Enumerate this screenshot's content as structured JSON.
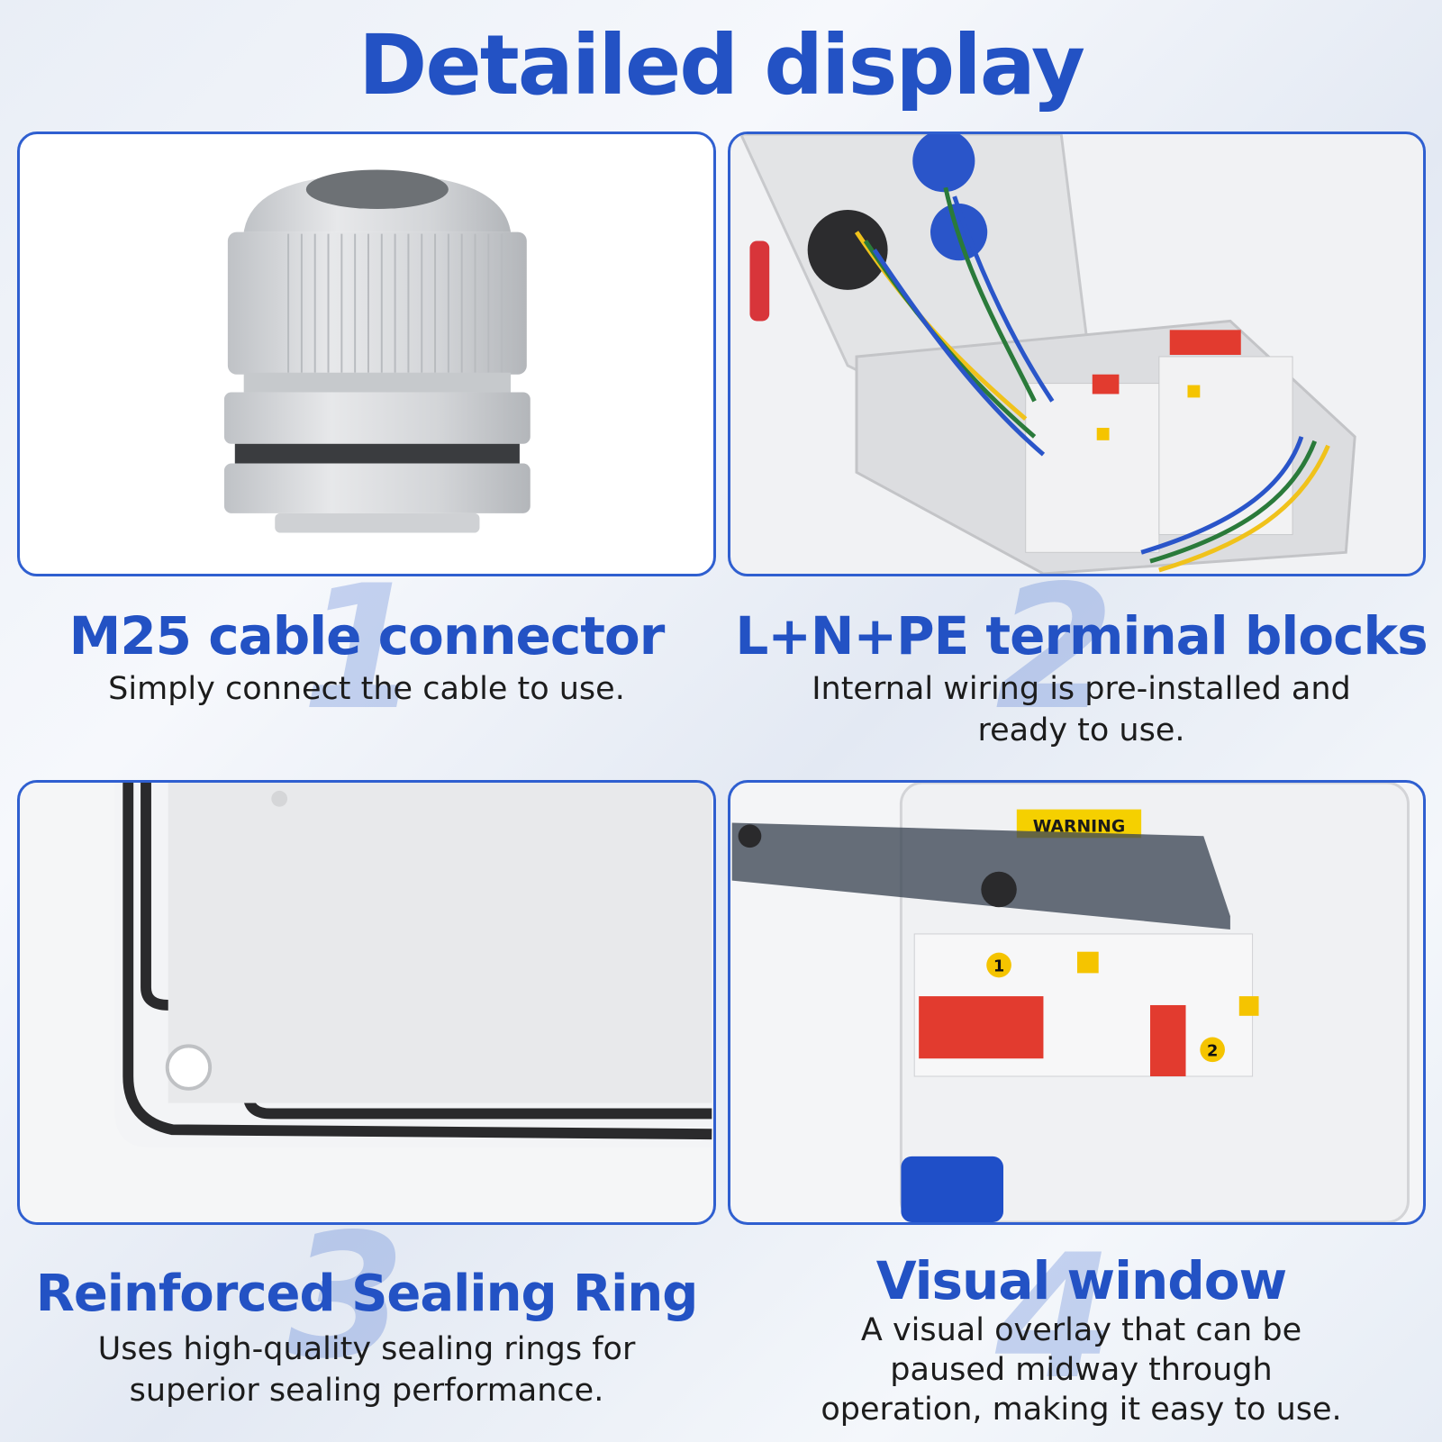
{
  "title": "Detailed display",
  "features": [
    {
      "number": "1",
      "heading": "M25 cable connector",
      "description_lines": [
        "Simply connect the cable to use."
      ]
    },
    {
      "number": "2",
      "heading": "L+N+PE terminal blocks",
      "description_lines": [
        "Internal wiring is pre-installed and",
        "ready to use."
      ]
    },
    {
      "number": "3",
      "heading": "Reinforced Sealing Ring",
      "description_lines": [
        "Uses high-quality sealing rings for",
        "superior sealing performance."
      ]
    },
    {
      "number": "4",
      "heading": "Visual window",
      "description_lines": [
        "A visual overlay that can be",
        "paused midway through",
        "operation, making it easy to use."
      ]
    }
  ],
  "product_labels": {
    "warning_label": "WARNING",
    "breaker_1": "1",
    "breaker_2": "2"
  },
  "colors": {
    "accent": "#2352c4",
    "panel_border": "#2f5fd0",
    "breaker_red": "#e23b2f",
    "socket_blue": "#1f4fc8",
    "warning_yellow": "#f5d000"
  }
}
